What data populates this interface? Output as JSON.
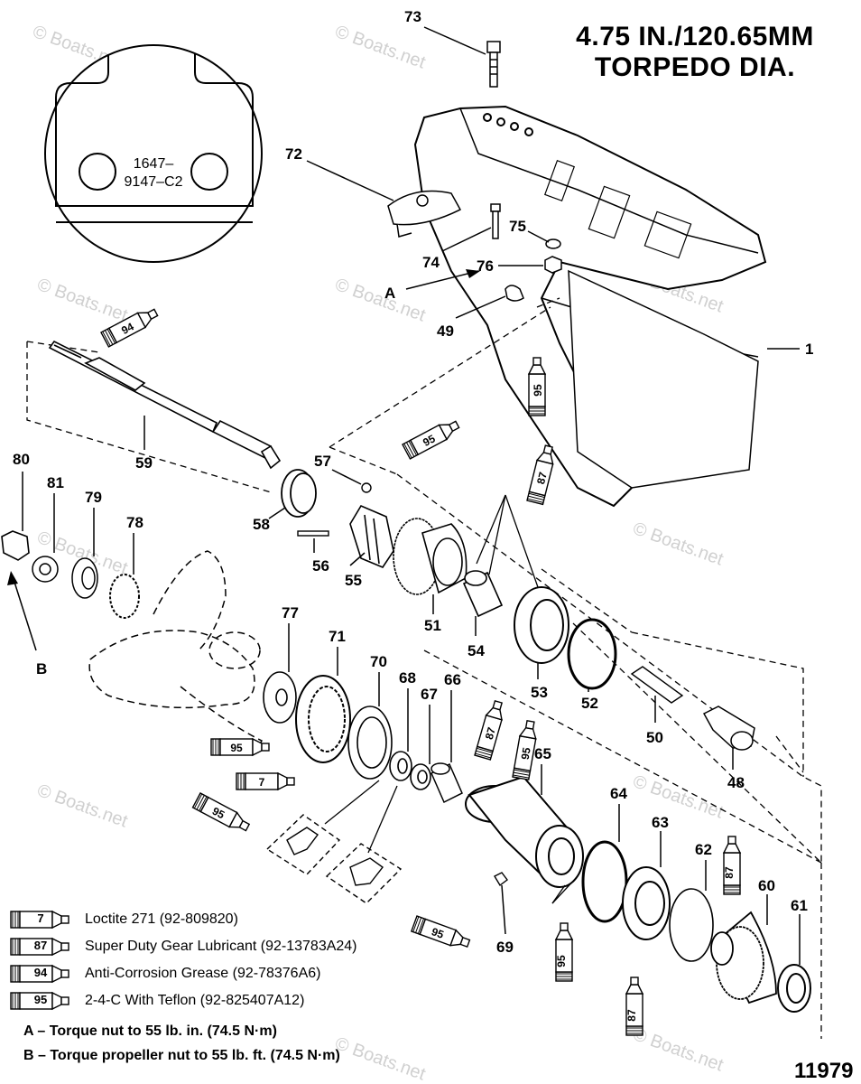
{
  "header": {
    "line1": "4.75 IN./120.65MM",
    "line2": "TORPEDO DIA."
  },
  "inset_label": {
    "line1": "1647–",
    "line2": "9147–C2"
  },
  "callouts": {
    "c1": "1",
    "c48": "48",
    "c49": "49",
    "c50": "50",
    "c51": "51",
    "c52": "52",
    "c53": "53",
    "c54": "54",
    "c55": "55",
    "c56": "56",
    "c57": "57",
    "c58": "58",
    "c59": "59",
    "c60": "60",
    "c61": "61",
    "c62": "62",
    "c63": "63",
    "c64": "64",
    "c65": "65",
    "c66": "66",
    "c67": "67",
    "c68": "68",
    "c69": "69",
    "c70": "70",
    "c71": "71",
    "c72": "72",
    "c73": "73",
    "c74": "74",
    "c75": "75",
    "c76": "76",
    "c77": "77",
    "c78": "78",
    "c79": "79",
    "c80": "80",
    "c81": "81",
    "cA": "A",
    "cB": "B"
  },
  "tube_labels": {
    "t94a": "94",
    "t95a": "95",
    "t95b": "95",
    "t87a": "87",
    "t95c": "95",
    "t7a": "7",
    "t95d": "95",
    "t87b": "87",
    "t95e": "95",
    "t95f": "95",
    "t95g": "95",
    "t87c": "87",
    "t87d": "87"
  },
  "legend": [
    {
      "code": "7",
      "text": "Loctite 271 (92-809820)"
    },
    {
      "code": "87",
      "text": "Super Duty Gear Lubricant (92-13783A24)"
    },
    {
      "code": "94",
      "text": "Anti-Corrosion Grease (92-78376A6)"
    },
    {
      "code": "95",
      "text": "2-4-C  With Teflon (92-825407A12)"
    }
  ],
  "notes": {
    "a": "A – Torque nut to 55 lb. in. (74.5 N·m)",
    "b": "B – Torque propeller nut to 55 lb. ft. (74.5 N·m)"
  },
  "ref_number": "11979",
  "watermark": "© Boats.net"
}
